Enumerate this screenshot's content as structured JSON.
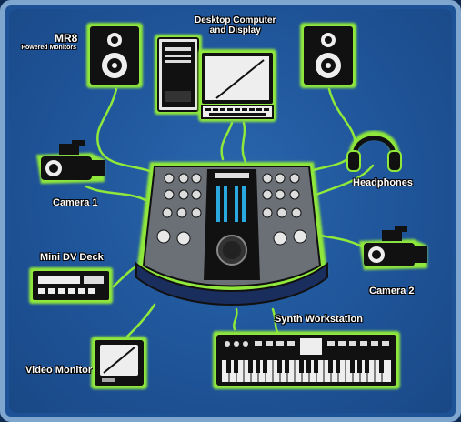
{
  "labels": {
    "mr8": "MR8",
    "mr8_sub": "Powered Monitors",
    "desktop_line1": "Desktop Computer",
    "desktop_line2": "and Display",
    "headphones": "Headphones",
    "camera1": "Camera 1",
    "camera2": "Camera 2",
    "mini_dv": "Mini DV Deck",
    "synth": "Synth Workstation",
    "video_monitor": "Video Monitor"
  },
  "colors": {
    "glow": "#8fe83a",
    "background": "#1e5397",
    "frame": "#7fa6cf",
    "device": "#111111",
    "mixer_panel": "#6b6f76"
  },
  "icons": {
    "speaker": "speaker-icon",
    "computer": "computer-tower-icon",
    "display": "display-icon",
    "headphones": "headphones-icon",
    "camera": "video-camera-icon",
    "deck": "dv-deck-icon",
    "keyboard": "synth-keyboard-icon",
    "monitor": "crt-monitor-icon",
    "mixer": "mixer-console-icon"
  }
}
